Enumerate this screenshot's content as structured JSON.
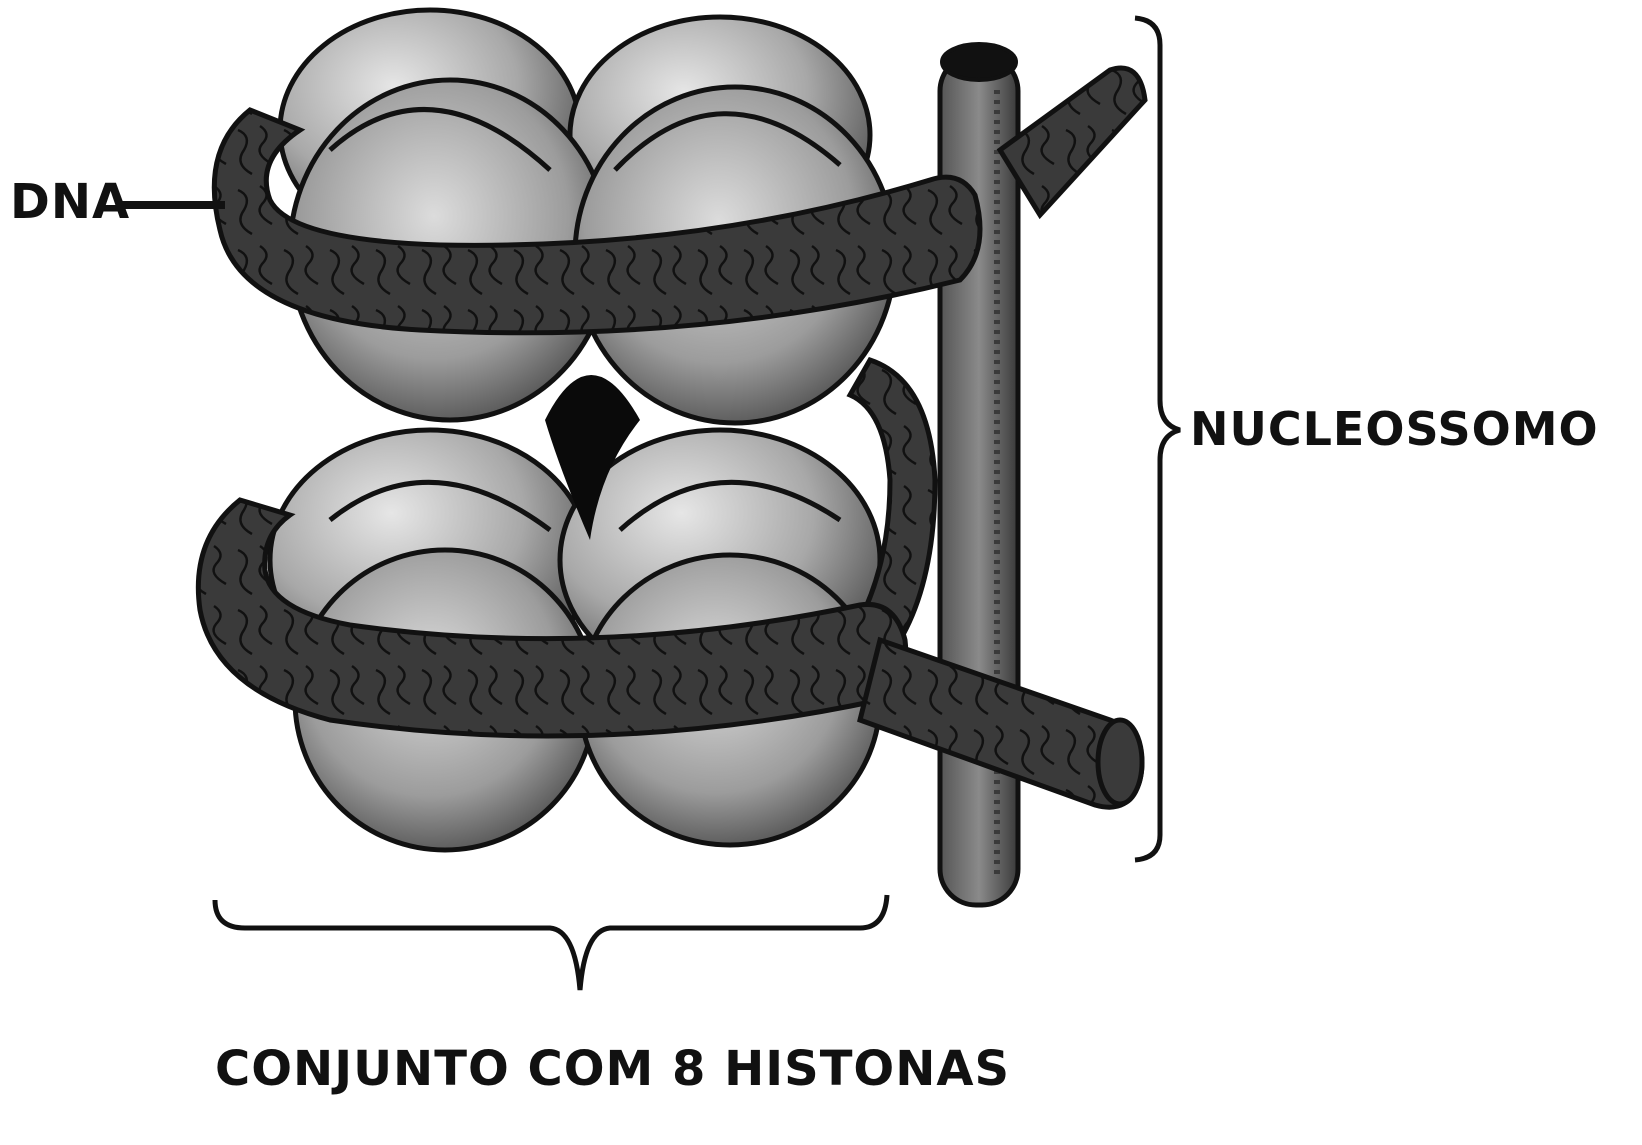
{
  "diagram": {
    "labels": {
      "dna": "DNA",
      "nucleosome": "NUCLEOSSOMO",
      "histone_core": "CONJUNTO COM 8 HISTONAS"
    },
    "histone_count": 8,
    "colors": {
      "background": "#ffffff",
      "dna": "#3a3a3a",
      "dna_dark": "#1c1c1c",
      "histone_light": "#d4d4d4",
      "histone_mid": "#9a9a9a",
      "histone_dark": "#555555",
      "linker": "#7a7a7a",
      "outline": "#111111"
    }
  }
}
